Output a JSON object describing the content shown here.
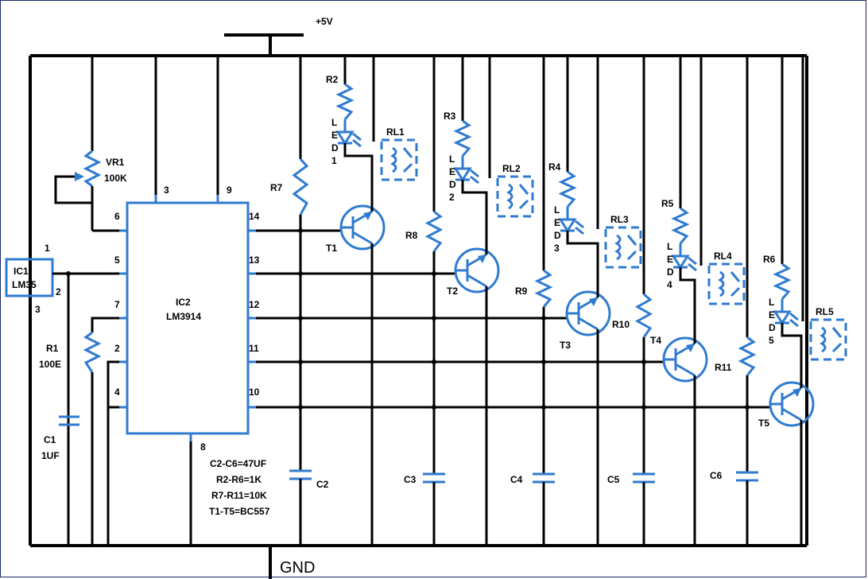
{
  "labels": {
    "supply": "+5V",
    "ground": "GND",
    "ic1_name": "IC1",
    "ic1_part": "LM35",
    "ic1_pin1": "1",
    "ic1_pin2": "2",
    "ic1_pin3": "3",
    "vr1_name": "VR1",
    "vr1_value": "100K",
    "r1_name": "R1",
    "r1_value": "100E",
    "c1_name": "C1",
    "c1_value": "1UF",
    "ic2_name": "IC2",
    "ic2_part": "LM3914",
    "pin3": "3",
    "pin9": "9",
    "pin6": "6",
    "pin5": "5",
    "pin7": "7",
    "pin2": "2",
    "pin4": "4",
    "pin8": "8",
    "pin14": "14",
    "pin13": "13",
    "pin12": "12",
    "pin11": "11",
    "pin10": "10",
    "r2": "R2",
    "r3": "R3",
    "r4": "R4",
    "r5": "R5",
    "r6": "R6",
    "r7": "R7",
    "r8": "R8",
    "r9": "R9",
    "r10": "R10",
    "r11": "R11",
    "t1": "T1",
    "t2": "T2",
    "t3": "T3",
    "t4": "T4",
    "t5": "T5",
    "rl1": "RL1",
    "rl2": "RL2",
    "rl3": "RL3",
    "rl4": "RL4",
    "rl5": "RL5",
    "c2": "C2",
    "c3": "C3",
    "c4": "C4",
    "c5": "C5",
    "c6": "C6",
    "led_letters": [
      "L",
      "E",
      "D"
    ],
    "led_numbers": [
      "1",
      "2",
      "3",
      "4",
      "5"
    ],
    "notes": [
      "C2-C6=47UF",
      "R2-R6=1K",
      "R7-R11=10K",
      "T1-T5=BC557"
    ]
  },
  "colors": {
    "component": "#2f7bd0",
    "wire": "#000000",
    "border": "#1b2a6b"
  }
}
